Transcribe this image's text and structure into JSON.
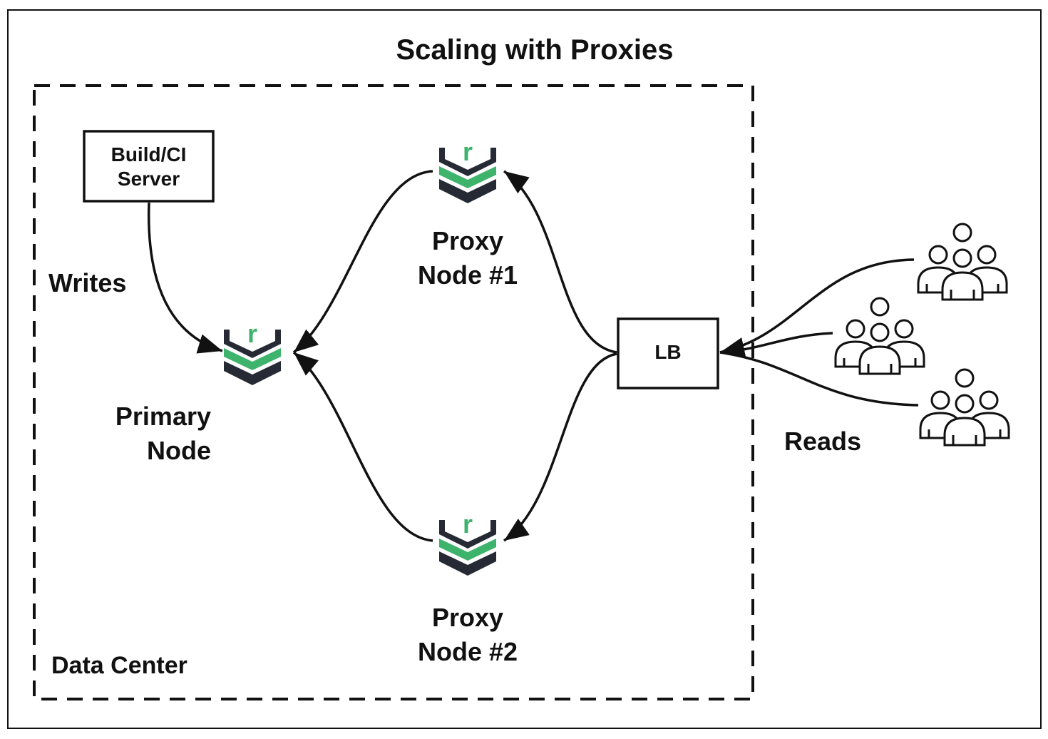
{
  "title": "Scaling with Proxies",
  "data_center_label": "Data Center",
  "build_server": {
    "line1": "Build/CI",
    "line2": "Server"
  },
  "writes_label": "Writes",
  "reads_label": "Reads",
  "lb_label": "LB",
  "primary_node": {
    "line1": "Primary",
    "line2": "Node",
    "logo_letter": "r"
  },
  "proxy_node_1": {
    "line1": "Proxy",
    "line2": "Node #1",
    "logo_letter": "r"
  },
  "proxy_node_2": {
    "line1": "Proxy",
    "line2": "Node #2",
    "logo_letter": "r"
  },
  "icons": {
    "node_logo": "artifact-repository-logo-icon",
    "user_group": "user-group-icon"
  },
  "colors": {
    "logo_dark": "#252a34",
    "logo_green": "#3db36b",
    "stroke": "#111111"
  }
}
